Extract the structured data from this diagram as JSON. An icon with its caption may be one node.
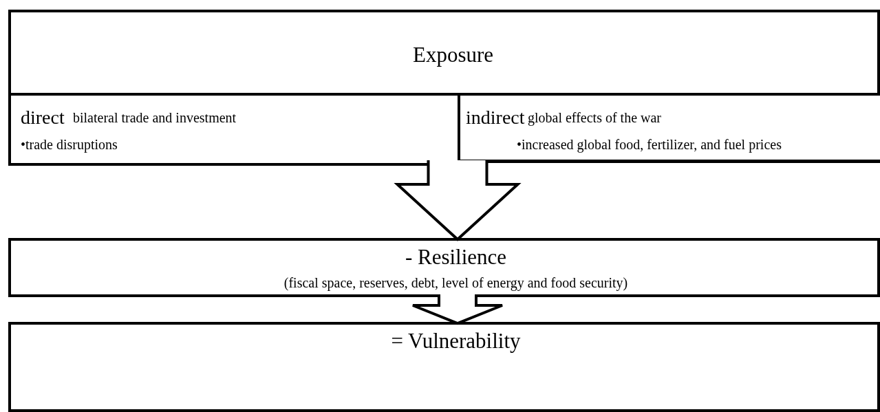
{
  "diagram": {
    "nodes": [
      {
        "text": [
          "Exposure"
        ]
      },
      {
        "text": [
          "direct",
          "bilateral trade and investment",
          "•trade disruptions"
        ],
        "in": 0
      },
      {
        "text": [
          "indirect",
          "global effects of the war",
          "•increased global food, fertilizer, and fuel prices"
        ],
        "in": 0
      },
      {
        "text": [
          "- Resilience",
          "(fiscal space, reserves, debt, level of energy and food security)"
        ]
      },
      {
        "text": [
          "= Vulnerability"
        ]
      }
    ],
    "edges": [
      {
        "from": 0,
        "to": 3,
        "arrow": "to"
      },
      {
        "from": 3,
        "to": 4,
        "arrow": "to"
      }
    ]
  }
}
